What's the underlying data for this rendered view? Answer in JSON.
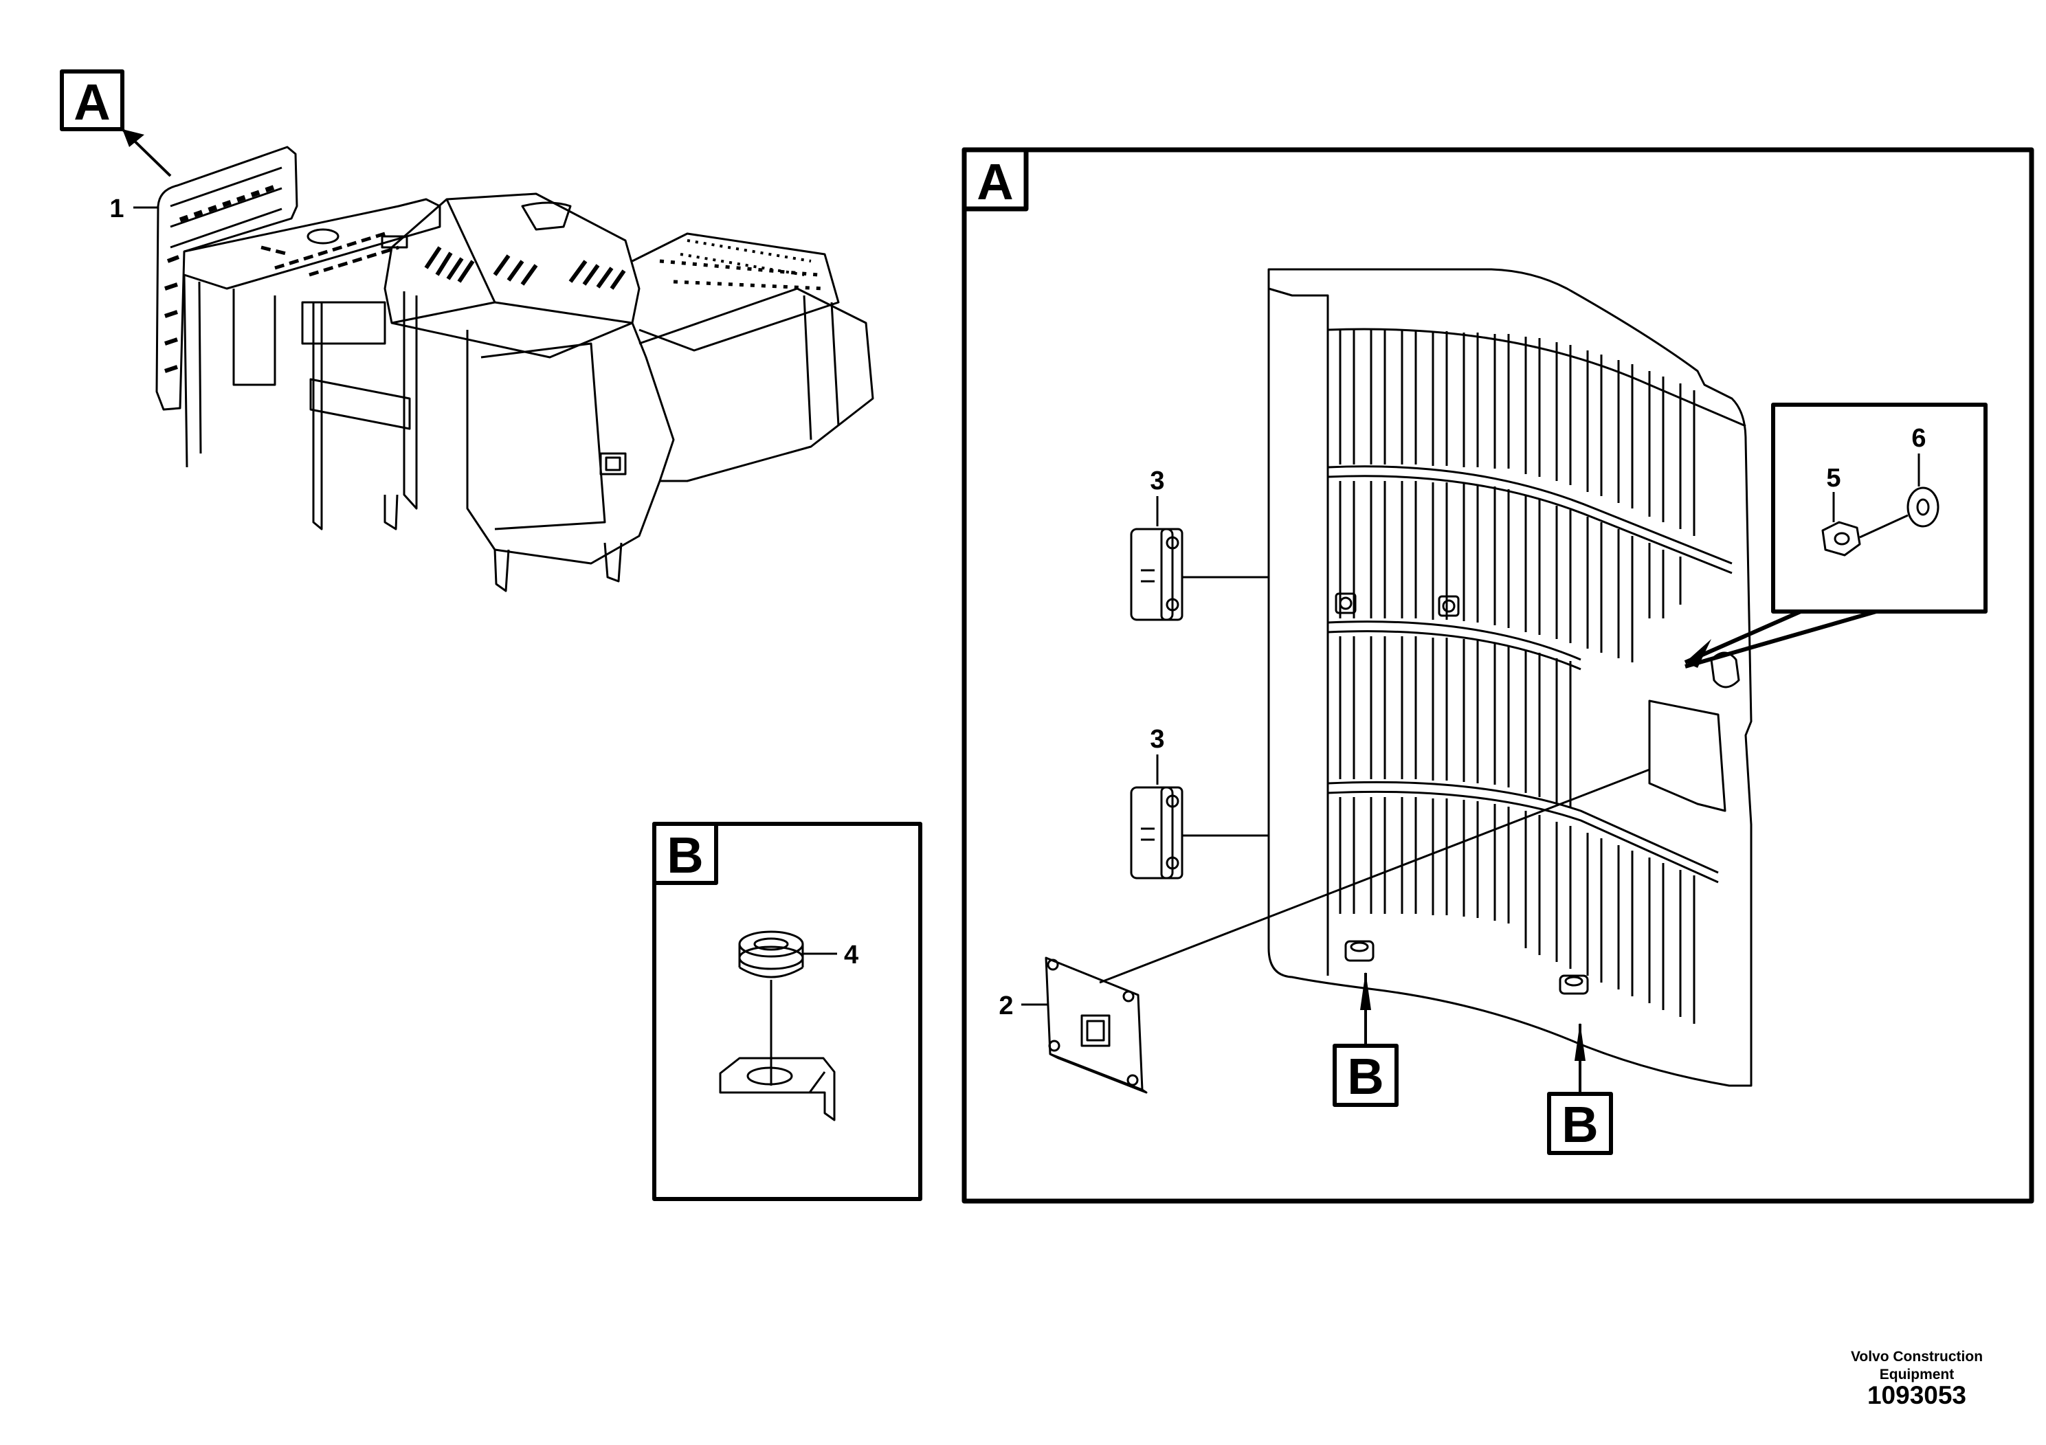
{
  "views": {
    "overview_tag": "A",
    "detail_a_tag": "A",
    "detail_b_tag": "B",
    "lower_b_tags": [
      "B",
      "B"
    ]
  },
  "callouts": {
    "c1": "1",
    "c2": "2",
    "c3a": "3",
    "c3b": "3",
    "c4": "4",
    "c5": "5",
    "c6": "6"
  },
  "footer": {
    "company": "Volvo Construction Equipment",
    "drawing_number": "1093053"
  }
}
